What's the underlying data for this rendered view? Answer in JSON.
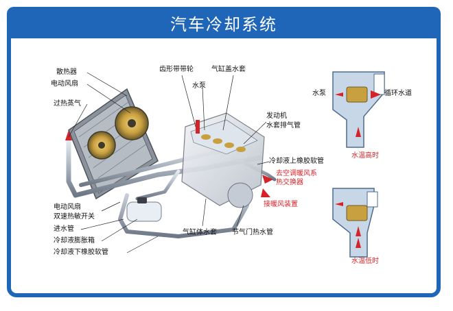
{
  "title": "汽车冷却系统",
  "labels": {
    "radiator": "散热器",
    "electric_fan": "电动风扇",
    "overheat_steam": "过热蒸气",
    "timing_pulley": "齿形带带轮",
    "water_pump": "水泵",
    "head_jacket": "气缸盖水套",
    "exhaust_line": [
      "发动机",
      "水套排气管"
    ],
    "upper_hose": "冷却液上橡胶软管",
    "heater_core": [
      "去空调暖风系",
      "热交换器"
    ],
    "heater_unit": "接暖风装置",
    "fan_switch": [
      "电动风扇",
      "双速热敏开关"
    ],
    "inlet_pipe": "进水管",
    "expansion_tank": "冷却液膨胀箱",
    "lower_hose": "冷却液下橡胶软管",
    "block_jacket": "气缸体水套",
    "throttle_pipe": "节气门热水管"
  },
  "thermostat": {
    "pump_label": "水泵",
    "circ_label": "循环水道",
    "high_label": "水温高时",
    "low_label": "水温低时"
  },
  "colors": {
    "frame_blue": "#1f66b8",
    "pipe_gray": "#a9b2bd",
    "coolant_blue": "#c7d7e8",
    "accent_red": "#d5232a",
    "thermostat_gold": "#c9a040"
  }
}
